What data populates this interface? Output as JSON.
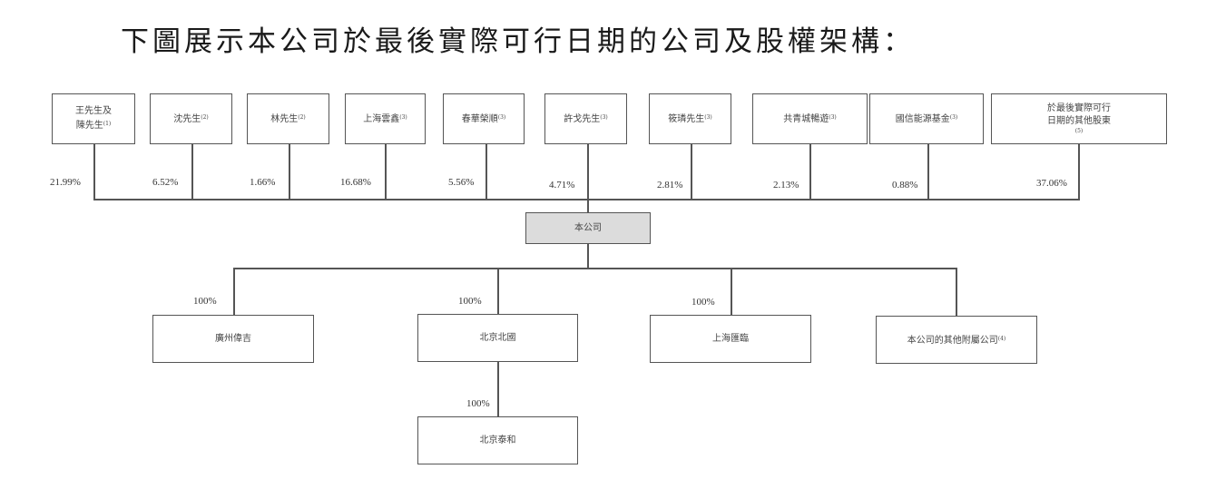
{
  "title": "下圖展示本公司於最後實際可行日期的公司及股權架構：",
  "shareholders": [
    {
      "name_line1": "王先生及",
      "name_line2": "陳先生",
      "note": "(1)",
      "percent": "21.99%"
    },
    {
      "name": "沈先生",
      "note": "(2)",
      "percent": "6.52%"
    },
    {
      "name": "林先生",
      "note": "(2)",
      "percent": "1.66%"
    },
    {
      "name": "上海雲鑫",
      "note": "(3)",
      "percent": "16.68%"
    },
    {
      "name": "春華榮順",
      "note": "(3)",
      "percent": "5.56%"
    },
    {
      "name": "許戈先生",
      "note": "(3)",
      "percent": "4.71%"
    },
    {
      "name": "筱璘先生",
      "note": "(3)",
      "percent": "2.81%"
    },
    {
      "name": "共青城暢遊",
      "note": "(3)",
      "percent": "2.13%"
    },
    {
      "name": "國信能源基金",
      "note": "(3)",
      "percent": "0.88%"
    },
    {
      "name_line1": "於最後實際可行",
      "name_line2": "日期的其他股東",
      "note": "(5)",
      "percent": "37.06%"
    }
  ],
  "company": {
    "name": "本公司"
  },
  "subsidiaries": [
    {
      "name": "廣州偉吉",
      "percent": "100%"
    },
    {
      "name": "北京北國",
      "percent": "100%"
    },
    {
      "name": "上海匯臨",
      "percent": "100%"
    },
    {
      "name": "本公司的其他附屬公司",
      "note": "(4)"
    }
  ],
  "sub_subsidiary": {
    "name": "北京泰和",
    "percent": "100%",
    "parent": "北京北國"
  },
  "colors": {
    "line": "#555555",
    "company_fill": "#dcdcdc",
    "box_fill": "#ffffff"
  }
}
